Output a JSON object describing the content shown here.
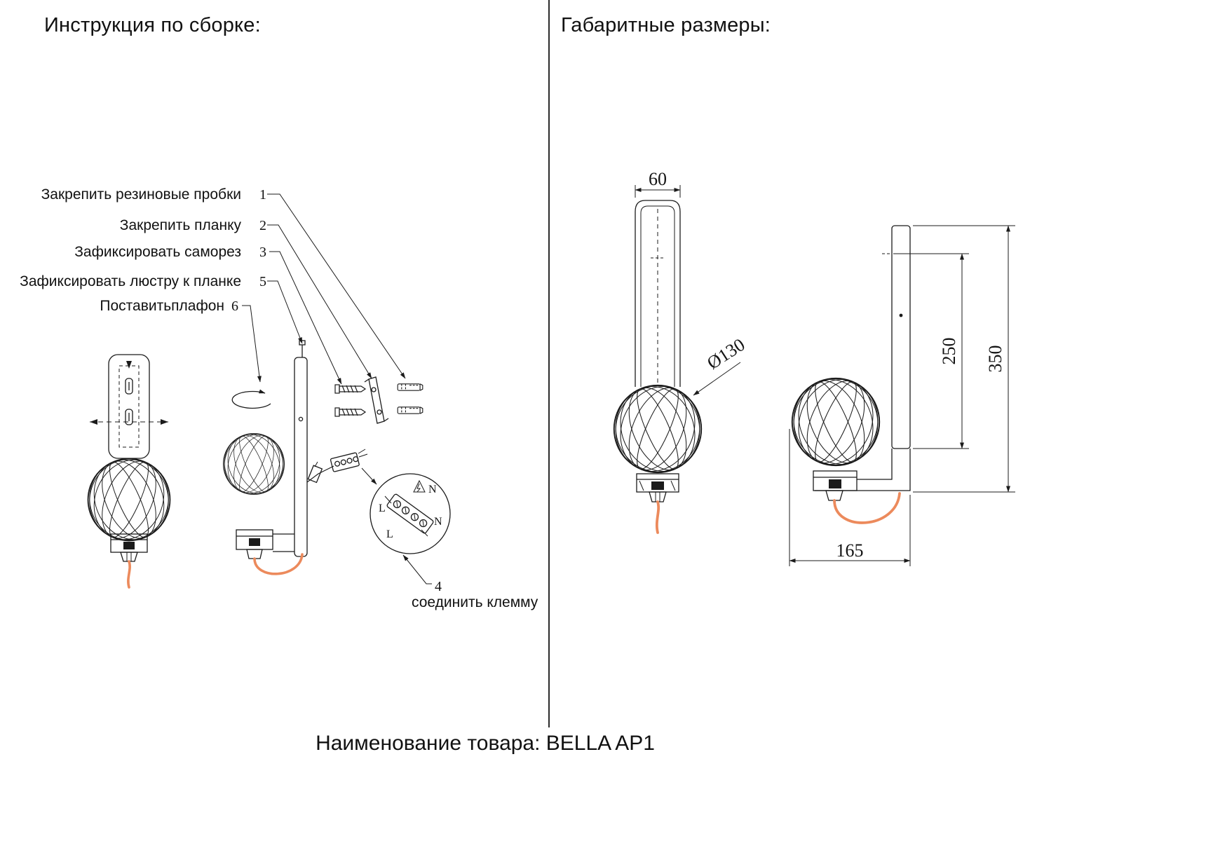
{
  "page": {
    "left_title": "Инструкция по сборке:",
    "right_title": "Габаритные размеры:",
    "footer": "Наименование товара: BELLA AP1"
  },
  "assembly": {
    "steps": [
      {
        "num": "1",
        "label": "Закрепить резиновые пробки"
      },
      {
        "num": "2",
        "label": "Закрепить планку"
      },
      {
        "num": "3",
        "label": "Зафиксировать саморез"
      },
      {
        "num": "5",
        "label": "Зафиксировать люстру к планке"
      },
      {
        "num": "6",
        "label": "Поставитьплафон"
      }
    ],
    "terminal_note": {
      "num": "4",
      "label": "соединить клемму"
    },
    "terminal_detail_labels": [
      "N",
      "L",
      "L",
      "N"
    ]
  },
  "dimensions": {
    "bracket_width": "60",
    "globe_diameter": "Ø130",
    "plate_height": "250",
    "total_height": "350",
    "depth": "165"
  },
  "colors": {
    "line": "#1b1b1b",
    "cord": "#ec8a5c"
  }
}
